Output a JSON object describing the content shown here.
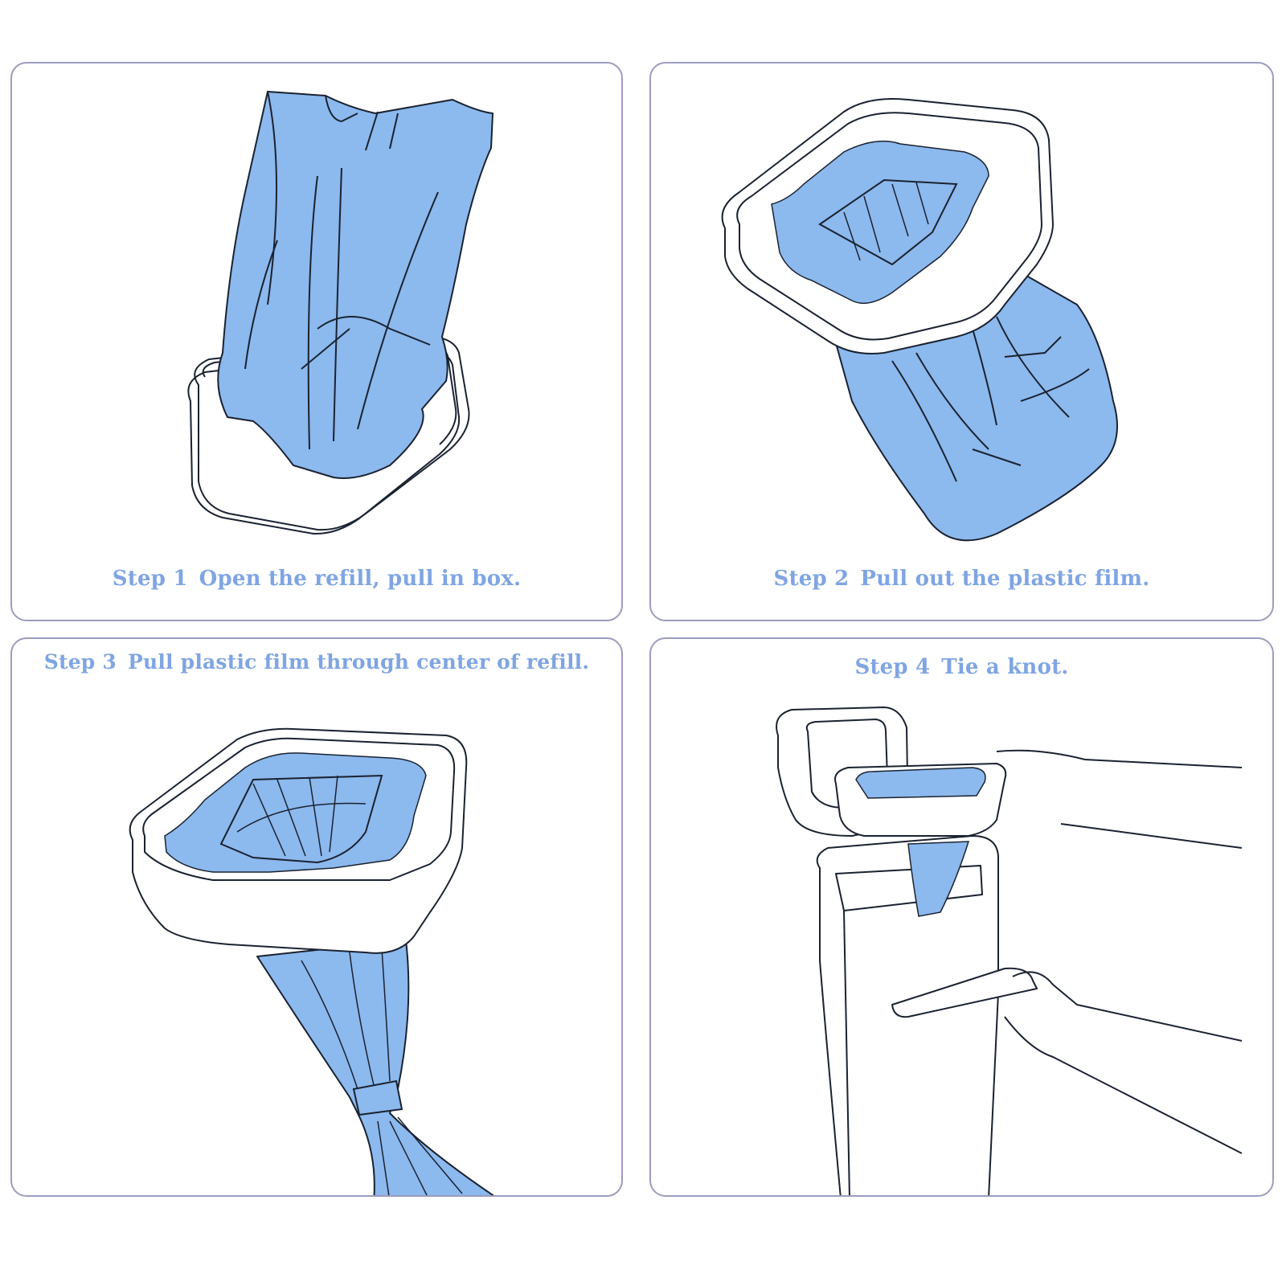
{
  "colors": {
    "panel_border": "#9c9cc0",
    "caption_text": "#7fa5e2",
    "bag_fill": "#8cb9ee",
    "line": "#1a2230",
    "background": "#ffffff"
  },
  "steps": [
    {
      "number_label": "Step 1",
      "text": "Open the refill, pull in box.",
      "illustration": "blue-bag-being-pulled-into-square-refill-box-icon"
    },
    {
      "number_label": "Step 2",
      "text": "Pull out the plastic film.",
      "illustration": "refill-ring-with-blue-film-hanging-below-icon"
    },
    {
      "number_label": "Step 3",
      "text": "Pull plastic film through center of refill.",
      "illustration": "refill-ring-with-film-pulled-through-and-knotted-icon"
    },
    {
      "number_label": "Step 4",
      "text": "Tie a knot.",
      "illustration": "hands-inserting-refill-into-diaper-pail-icon"
    }
  ]
}
